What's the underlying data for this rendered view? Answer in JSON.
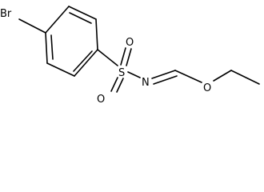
{
  "molecule": {
    "atoms": {
      "bromine": "Br",
      "sulfur": "S",
      "oxygen_top": "O",
      "oxygen_bottom": "O",
      "nitrogen": "N",
      "oxygen_ether": "O"
    }
  },
  "colors": {
    "bond": "#000000",
    "label": "#000000",
    "background": "#ffffff"
  }
}
